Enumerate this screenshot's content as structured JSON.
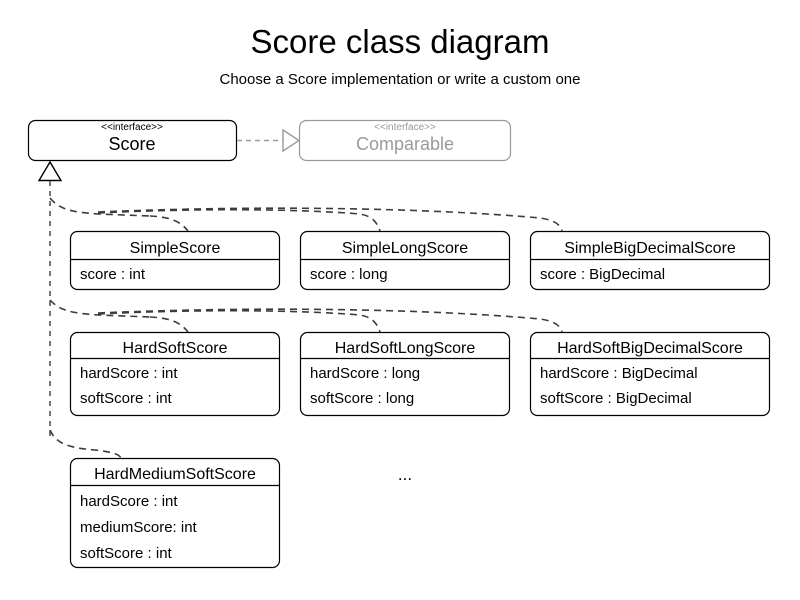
{
  "header": {
    "title": "Score class diagram",
    "subtitle": "Choose a Score implementation or write a custom one"
  },
  "interfaces": {
    "score": {
      "stereotype": "<<interface>>",
      "name": "Score"
    },
    "comparable": {
      "stereotype": "<<interface>>",
      "name": "Comparable"
    }
  },
  "classes": {
    "simple_score": {
      "name": "SimpleScore",
      "attributes": [
        "score : int"
      ]
    },
    "simple_long_score": {
      "name": "SimpleLongScore",
      "attributes": [
        "score : long"
      ]
    },
    "simple_big_decimal_score": {
      "name": "SimpleBigDecimalScore",
      "attributes": [
        "score : BigDecimal"
      ]
    },
    "hard_soft_score": {
      "name": "HardSoftScore",
      "attributes": [
        "hardScore : int",
        "softScore : int"
      ]
    },
    "hard_soft_long_score": {
      "name": "HardSoftLongScore",
      "attributes": [
        "hardScore : long",
        "softScore : long"
      ]
    },
    "hard_soft_big_decimal_score": {
      "name": "HardSoftBigDecimalScore",
      "attributes": [
        "hardScore : BigDecimal",
        "softScore : BigDecimal"
      ]
    },
    "hard_medium_soft_score": {
      "name": "HardMediumSoftScore",
      "attributes": [
        "hardScore : int",
        "mediumScore: int",
        "softScore : int"
      ]
    }
  },
  "more_indicator": "...",
  "colors": {
    "background": "#ffffff",
    "stroke": "#000000",
    "muted": "#9a9a9a",
    "connector": "#3c3c3c",
    "trunk": "#555555"
  }
}
